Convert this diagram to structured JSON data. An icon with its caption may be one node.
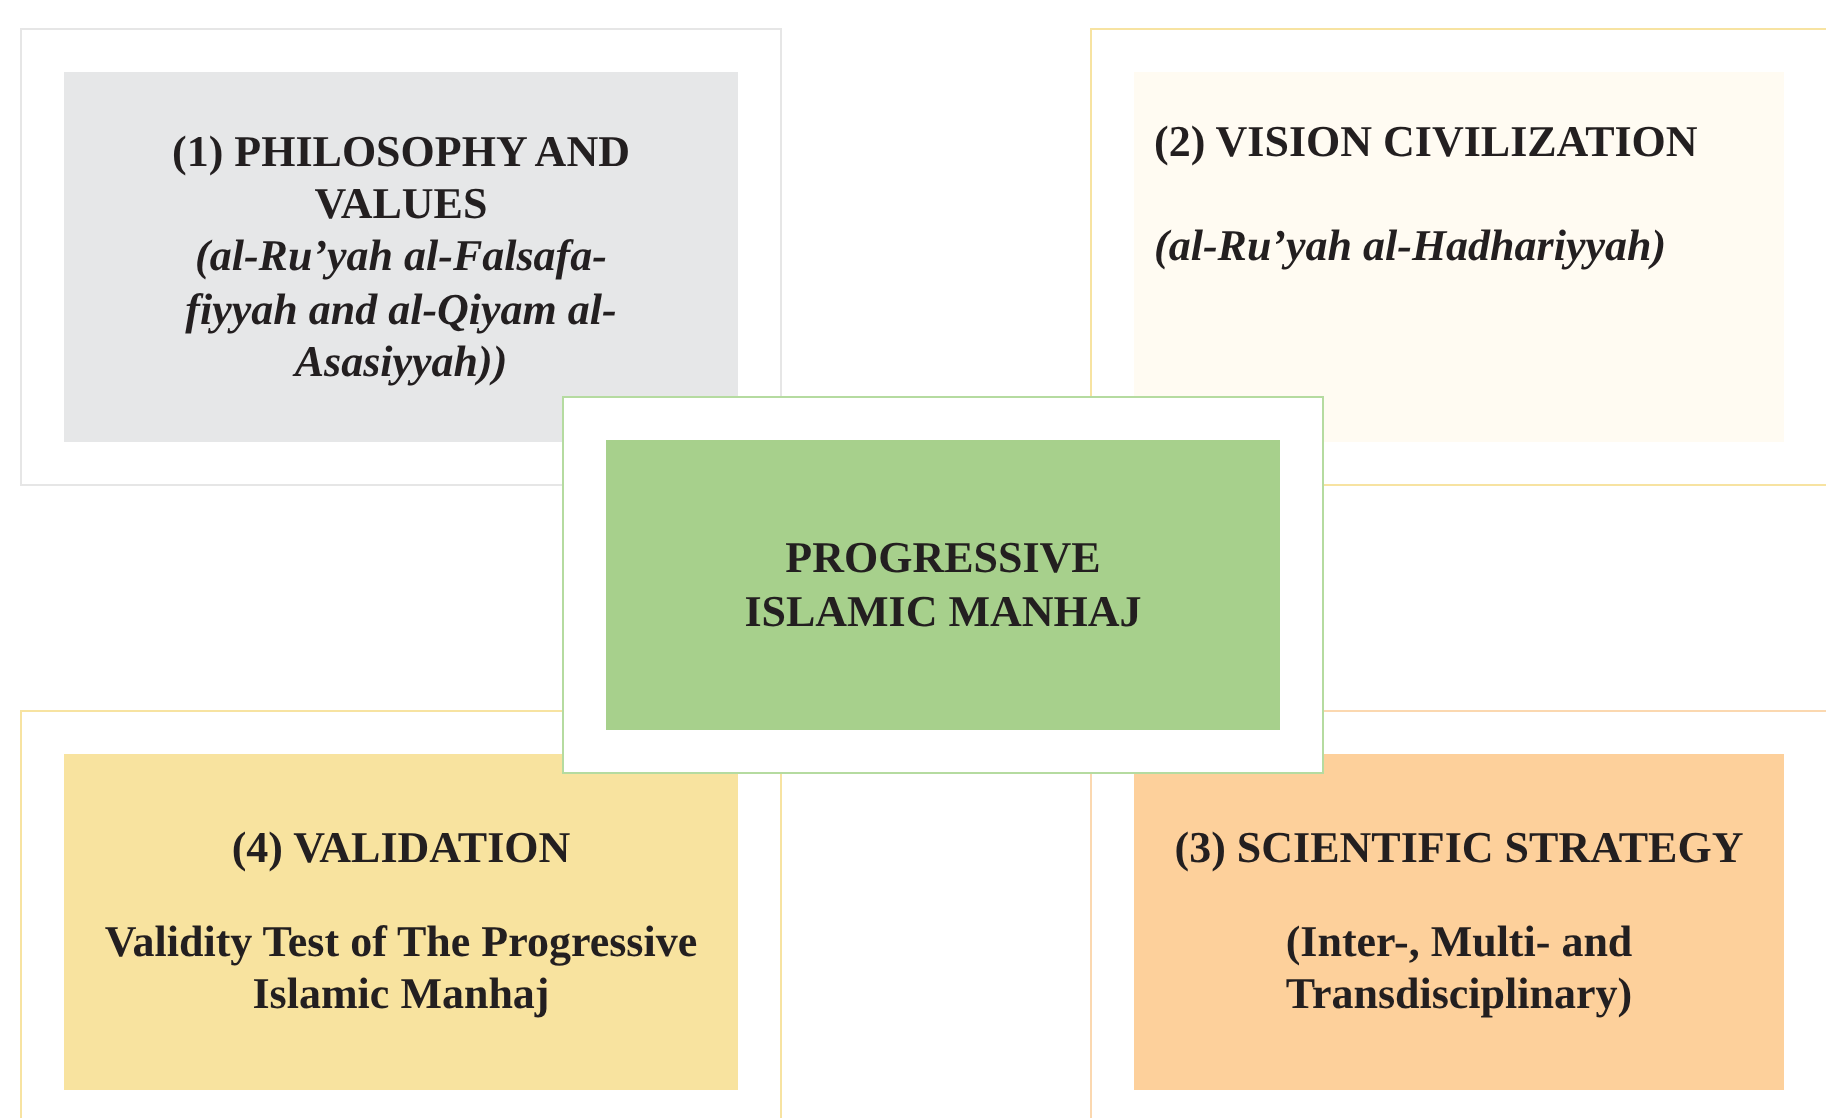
{
  "diagram": {
    "nodes": [
      {
        "text": [
          "(1) PHILOSOPHY AND VALUES",
          "(al-Ru’yah al-Falsafa-fiyyah and al-Qiyam al-Asasiyyah))"
        ]
      },
      {
        "text": [
          "(2) VISION CIVILIZATION",
          "(al-Ru’yah al-Hadhariyyah)"
        ]
      },
      {
        "text": [
          "PROGRESSIVE ISLAMIC MANHAJ"
        ]
      },
      {
        "text": [
          "(4) VALIDATION",
          "Validity Test of The Progressive Islamic Manhaj"
        ]
      },
      {
        "text": [
          "(3) SCIENTIFIC STRATEGY",
          "(Inter-, Multi- and Transdisciplinary)"
        ]
      }
    ],
    "edges": []
  }
}
